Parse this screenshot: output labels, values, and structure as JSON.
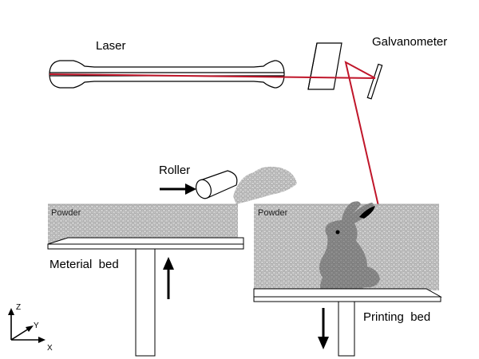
{
  "labels": {
    "laser": "Laser",
    "galvanometer": "Galvanometer",
    "roller": "Roller",
    "powder_left": "Powder",
    "powder_right": "Powder",
    "material_bed": "Meterial  bed",
    "printing_bed": "Printing  bed"
  },
  "axes": {
    "z": "Z",
    "y": "Y",
    "x": "X"
  },
  "colors": {
    "laser_beam": "#c0162a",
    "powder": "#c8c8c8",
    "bunny": "#8a8a8a",
    "line": "#000000"
  }
}
